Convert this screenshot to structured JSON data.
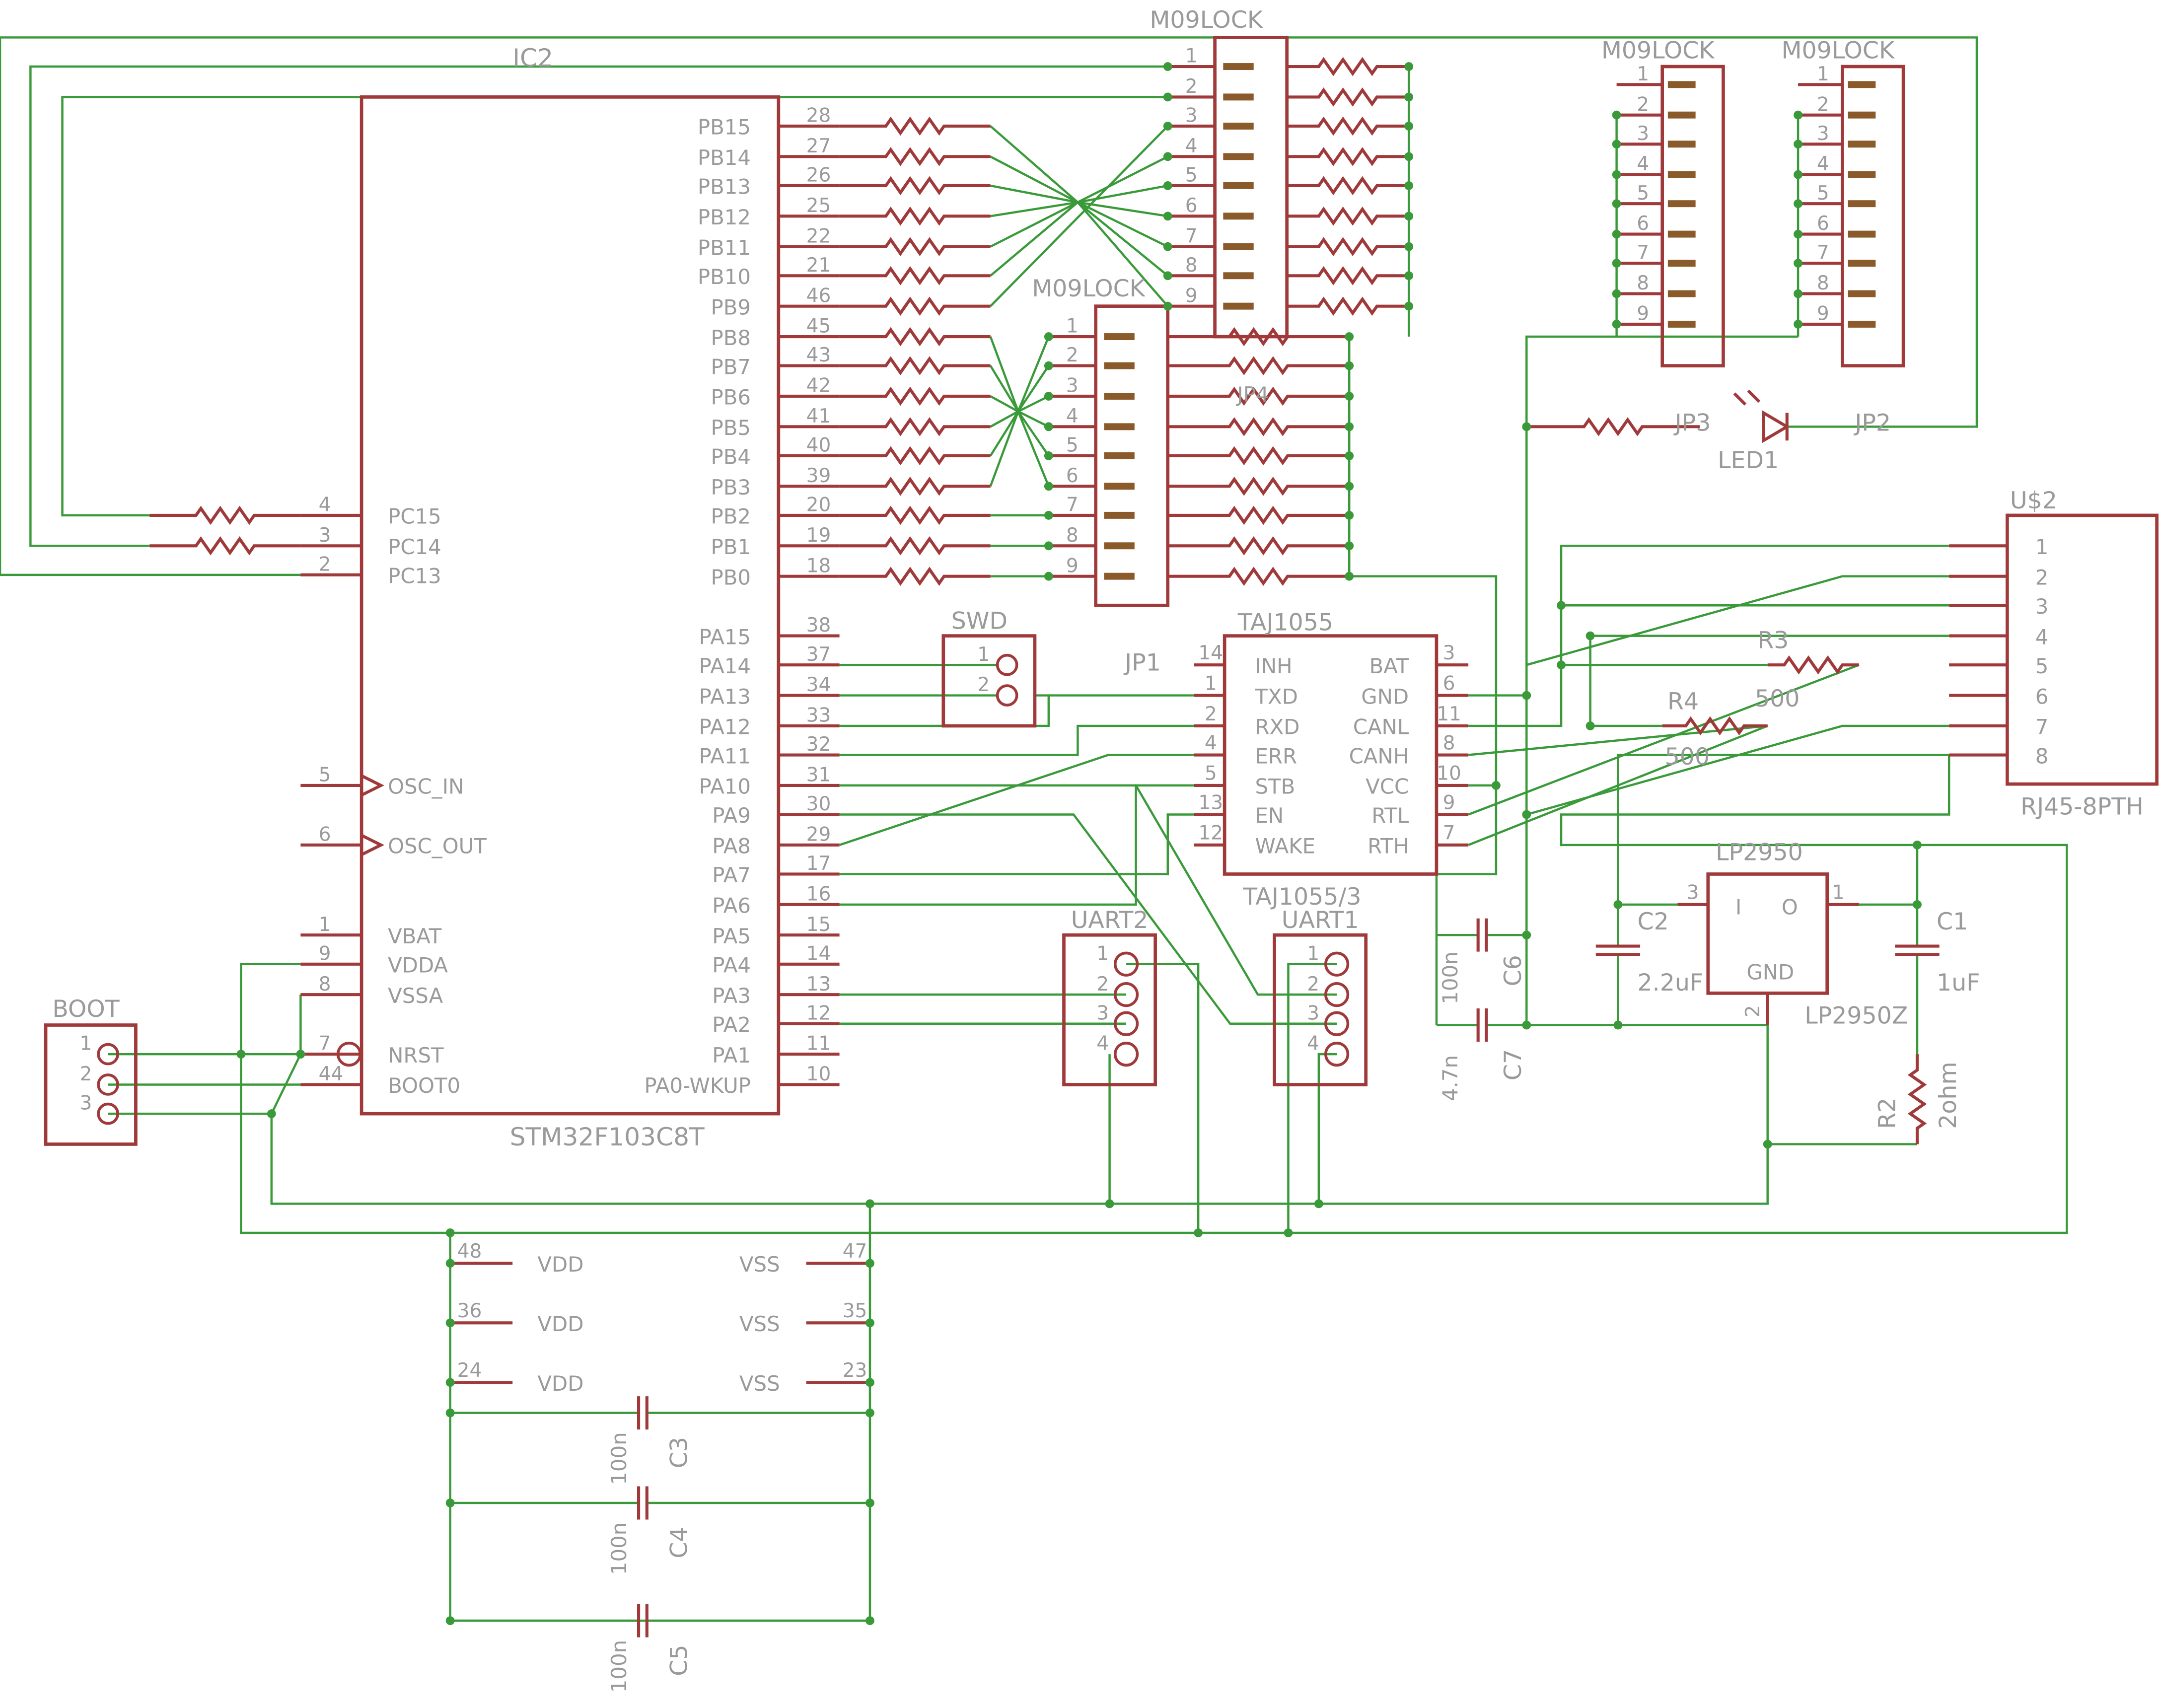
{
  "colors": {
    "wire": "#3a9a3a",
    "part": "#a03a3a",
    "label": "#9a9a9a",
    "background": "#ffffff"
  },
  "mcu": {
    "name": "IC2",
    "value": "STM32F103C8T",
    "left_pins": [
      {
        "num": "4",
        "label": "PC15"
      },
      {
        "num": "3",
        "label": "PC14"
      },
      {
        "num": "2",
        "label": "PC13"
      },
      {
        "num": "5",
        "label": "OSC_IN"
      },
      {
        "num": "6",
        "label": "OSC_OUT"
      },
      {
        "num": "1",
        "label": "VBAT"
      },
      {
        "num": "9",
        "label": "VDDA"
      },
      {
        "num": "8",
        "label": "VSSA"
      },
      {
        "num": "7",
        "label": "NRST"
      },
      {
        "num": "44",
        "label": "BOOT0"
      }
    ],
    "right_pins": [
      {
        "num": "28",
        "label": "PB15"
      },
      {
        "num": "27",
        "label": "PB14"
      },
      {
        "num": "26",
        "label": "PB13"
      },
      {
        "num": "25",
        "label": "PB12"
      },
      {
        "num": "22",
        "label": "PB11"
      },
      {
        "num": "21",
        "label": "PB10"
      },
      {
        "num": "46",
        "label": "PB9"
      },
      {
        "num": "45",
        "label": "PB8"
      },
      {
        "num": "43",
        "label": "PB7"
      },
      {
        "num": "42",
        "label": "PB6"
      },
      {
        "num": "41",
        "label": "PB5"
      },
      {
        "num": "40",
        "label": "PB4"
      },
      {
        "num": "39",
        "label": "PB3"
      },
      {
        "num": "20",
        "label": "PB2"
      },
      {
        "num": "19",
        "label": "PB1"
      },
      {
        "num": "18",
        "label": "PB0"
      },
      {
        "num": "38",
        "label": "PA15"
      },
      {
        "num": "37",
        "label": "PA14"
      },
      {
        "num": "34",
        "label": "PA13"
      },
      {
        "num": "33",
        "label": "PA12"
      },
      {
        "num": "32",
        "label": "PA11"
      },
      {
        "num": "31",
        "label": "PA10"
      },
      {
        "num": "30",
        "label": "PA9"
      },
      {
        "num": "29",
        "label": "PA8"
      },
      {
        "num": "17",
        "label": "PA7"
      },
      {
        "num": "16",
        "label": "PA6"
      },
      {
        "num": "15",
        "label": "PA5"
      },
      {
        "num": "14",
        "label": "PA4"
      },
      {
        "num": "13",
        "label": "PA3"
      },
      {
        "num": "12",
        "label": "PA2"
      },
      {
        "num": "11",
        "label": "PA1"
      },
      {
        "num": "10",
        "label": "PA0-WKUP"
      }
    ],
    "power_pins": [
      {
        "vdd_num": "48",
        "vdd": "VDD",
        "vss": "VSS",
        "vss_num": "47"
      },
      {
        "vdd_num": "36",
        "vdd": "VDD",
        "vss": "VSS",
        "vss_num": "35"
      },
      {
        "vdd_num": "24",
        "vdd": "VDD",
        "vss": "VSS",
        "vss_num": "23"
      }
    ]
  },
  "connectors": {
    "lock_a": {
      "name": "M09LOCK",
      "pins": [
        "1",
        "2",
        "3",
        "4",
        "5",
        "6",
        "7",
        "8",
        "9"
      ]
    },
    "lock_b": {
      "name": "M09LOCK",
      "extra": "JP4",
      "pins": [
        "1",
        "2",
        "3",
        "4",
        "5",
        "6",
        "7",
        "8",
        "9"
      ]
    },
    "lock_jp3": {
      "name": "M09LOCK",
      "ref": "JP3",
      "pins": [
        "1",
        "2",
        "3",
        "4",
        "5",
        "6",
        "7",
        "8",
        "9"
      ]
    },
    "lock_jp2": {
      "name": "M09LOCK",
      "ref": "JP2",
      "pins": [
        "1",
        "2",
        "3",
        "4",
        "5",
        "6",
        "7",
        "8",
        "9"
      ]
    },
    "swd": {
      "name": "SWD",
      "ref": "JP1",
      "pins": [
        "1",
        "2"
      ]
    },
    "boot": {
      "name": "BOOT",
      "pins": [
        "1",
        "2",
        "3"
      ]
    },
    "uart2": {
      "name": "UART2",
      "pins": [
        "1",
        "2",
        "3",
        "4"
      ]
    },
    "uart1": {
      "name": "UART1",
      "pins": [
        "1",
        "2",
        "3",
        "4"
      ]
    },
    "rj45": {
      "name": "U$2",
      "value": "RJ45-8PTH",
      "pins": [
        "1",
        "2",
        "3",
        "4",
        "5",
        "6",
        "7",
        "8"
      ]
    }
  },
  "transceiver": {
    "name": "TAJ1055",
    "value": "TAJ1055/3",
    "left": [
      {
        "num": "14",
        "label": "INH"
      },
      {
        "num": "1",
        "label": "TXD"
      },
      {
        "num": "2",
        "label": "RXD"
      },
      {
        "num": "4",
        "label": "ERR"
      },
      {
        "num": "5",
        "label": "STB"
      },
      {
        "num": "13",
        "label": "EN"
      },
      {
        "num": "12",
        "label": "WAKE"
      }
    ],
    "right": [
      {
        "num": "3",
        "label": "BAT"
      },
      {
        "num": "6",
        "label": "GND"
      },
      {
        "num": "11",
        "label": "CANL"
      },
      {
        "num": "8",
        "label": "CANH"
      },
      {
        "num": "10",
        "label": "VCC"
      },
      {
        "num": "9",
        "label": "RTL"
      },
      {
        "num": "7",
        "label": "RTH"
      }
    ]
  },
  "regulator": {
    "name": "LP2950",
    "value": "LP2950Z",
    "in_label": "I",
    "out_label": "O",
    "gnd_label": "GND",
    "in_pin": "3",
    "out_pin": "1",
    "gnd_pin": "2"
  },
  "passives": {
    "r3": {
      "name": "R3",
      "value": "500"
    },
    "r4": {
      "name": "R4",
      "value": "500"
    },
    "r2": {
      "name": "R2",
      "value": "2ohm"
    },
    "c1": {
      "name": "C1",
      "value": "1uF"
    },
    "c2": {
      "name": "C2",
      "value": "2.2uF"
    },
    "c3": {
      "name": "C3",
      "value": "100n"
    },
    "c4": {
      "name": "C4",
      "value": "100n"
    },
    "c5": {
      "name": "C5",
      "value": "100n"
    },
    "c6": {
      "name": "C6",
      "value": "100n"
    },
    "c7": {
      "name": "C7",
      "value": "4.7n"
    },
    "led1": {
      "name": "LED1"
    }
  }
}
